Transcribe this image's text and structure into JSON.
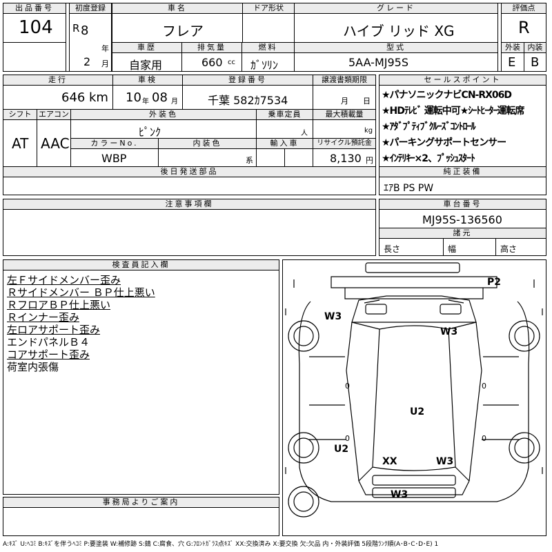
{
  "header": {
    "lot_label": "出品番号",
    "lot_no": "104",
    "first_reg_label": "初度登録",
    "era": "R",
    "year": "8",
    "year_unit": "年",
    "month": "2",
    "month_unit": "月",
    "carname_label": "車名",
    "carname": "フレア",
    "door_label": "ドア形状",
    "grade_label": "グレード",
    "grade": "ハイブ リッド XG",
    "score_label": "評価点",
    "score": "R",
    "history_label": "車歴",
    "history": "自家用",
    "cc_label": "排気量",
    "cc": "660",
    "cc_unit": "cc",
    "fuel_label": "燃料",
    "fuel": "ｶﾞｿﾘﾝ",
    "model_label": "型式",
    "model": "5AA-MJ95S",
    "ext_label": "外装",
    "ext": "E",
    "int_label": "内装",
    "int": "B"
  },
  "row2": {
    "mileage_label": "走行",
    "mileage": "646",
    "mileage_unit": "km",
    "inspection_label": "車検",
    "insp_year": "10",
    "insp_year_unit": "年",
    "insp_month": "08",
    "insp_month_unit": "月",
    "plate_label": "登録番号",
    "plate": "千葉 582ｶ7534",
    "transfer_label": "譲渡書類期限",
    "transfer_month": "月",
    "transfer_day": "日",
    "shift_label": "シフト",
    "shift": "AT",
    "aircon_label": "エアコン",
    "aircon": "AAC",
    "color_label": "外装色",
    "color": "ﾋﾟﾝｸ",
    "capacity_label": "乗車定員",
    "capacity_unit": "人",
    "load_label": "最大積載量",
    "load_unit": "kg",
    "colorno_label": "カラーNo.",
    "colorno": "WBP",
    "intcolor_label": "内装色",
    "intcolor_unit": "系",
    "import_label": "輸入車",
    "recycle_label": "リサイクル預託金",
    "recycle": "8,130",
    "recycle_unit": "円"
  },
  "sales": {
    "label": "セールスポイント",
    "items": [
      "★パナソニックナビCN-RX06D",
      "★HDﾃﾚﾋﾞ 運転中可★ｼｰﾄﾋｰﾀｰ運転席",
      "★ｱﾀﾞﾌﾟﾃｨﾌﾞｸﾙｰｽﾞｺﾝﾄﾛｰﾙ",
      "★パーキングサポートセンサー",
      "★ｲﾝﾃﾘｷｰ×2、ﾌﾟｯｼｭｽﾀｰﾄ"
    ]
  },
  "later_parts_label": "後日発送部品",
  "equipment": {
    "label": "純正装備",
    "value": "ｴｱB PS PW"
  },
  "notes_label": "注意事項欄",
  "chassis": {
    "label": "車台番号",
    "value": "MJ95S-136560"
  },
  "dims": {
    "label": "諸元",
    "length": "長さ",
    "width": "幅",
    "height": "高さ"
  },
  "inspector": {
    "label": "検査員記入欄",
    "items": [
      "左Ｆサイドメンバー歪み",
      "Ｒサイドメンバー ＢＰ仕上悪い",
      "ＲフロアＢＰ仕上悪い",
      "Ｒインナー歪み",
      "左ロアサポート歪み",
      "エンドパネルＢ４",
      "コアサポート歪み",
      "荷室内張傷"
    ]
  },
  "office_label": "事務局よりご案内",
  "diagram_marks": [
    "P2",
    "W3",
    "W3",
    "U2",
    "U2",
    "XX",
    "W3",
    "W3"
  ],
  "legend": "A:ｷｽﾞ U:ﾍｺﾐ B:ｷｽﾞを伴うﾍｺﾐ P:要塗装 W:補修跡 S:錆 C:腐食、穴 G:ﾌﾛﾝﾄｶﾞﾗｽ点ｷｽﾞ XX:交換済み X:要交換 欠:欠品 内・外装評価 5段階ﾗﾝｸ順(A･B･C･D･E) 1"
}
